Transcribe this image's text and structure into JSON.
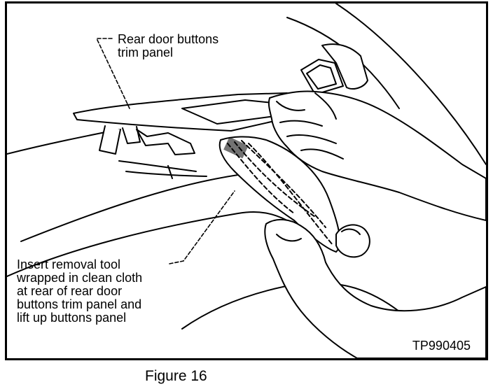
{
  "callouts": {
    "trim_panel": {
      "lines": [
        "Rear door buttons",
        "trim panel"
      ]
    },
    "instruction": {
      "lines": [
        "Insert removal tool",
        "wrapped in clean cloth",
        "at rear of rear door",
        "buttons trim panel and",
        "lift up buttons panel"
      ]
    }
  },
  "part_number": "TP990405",
  "caption": "Figure 16"
}
